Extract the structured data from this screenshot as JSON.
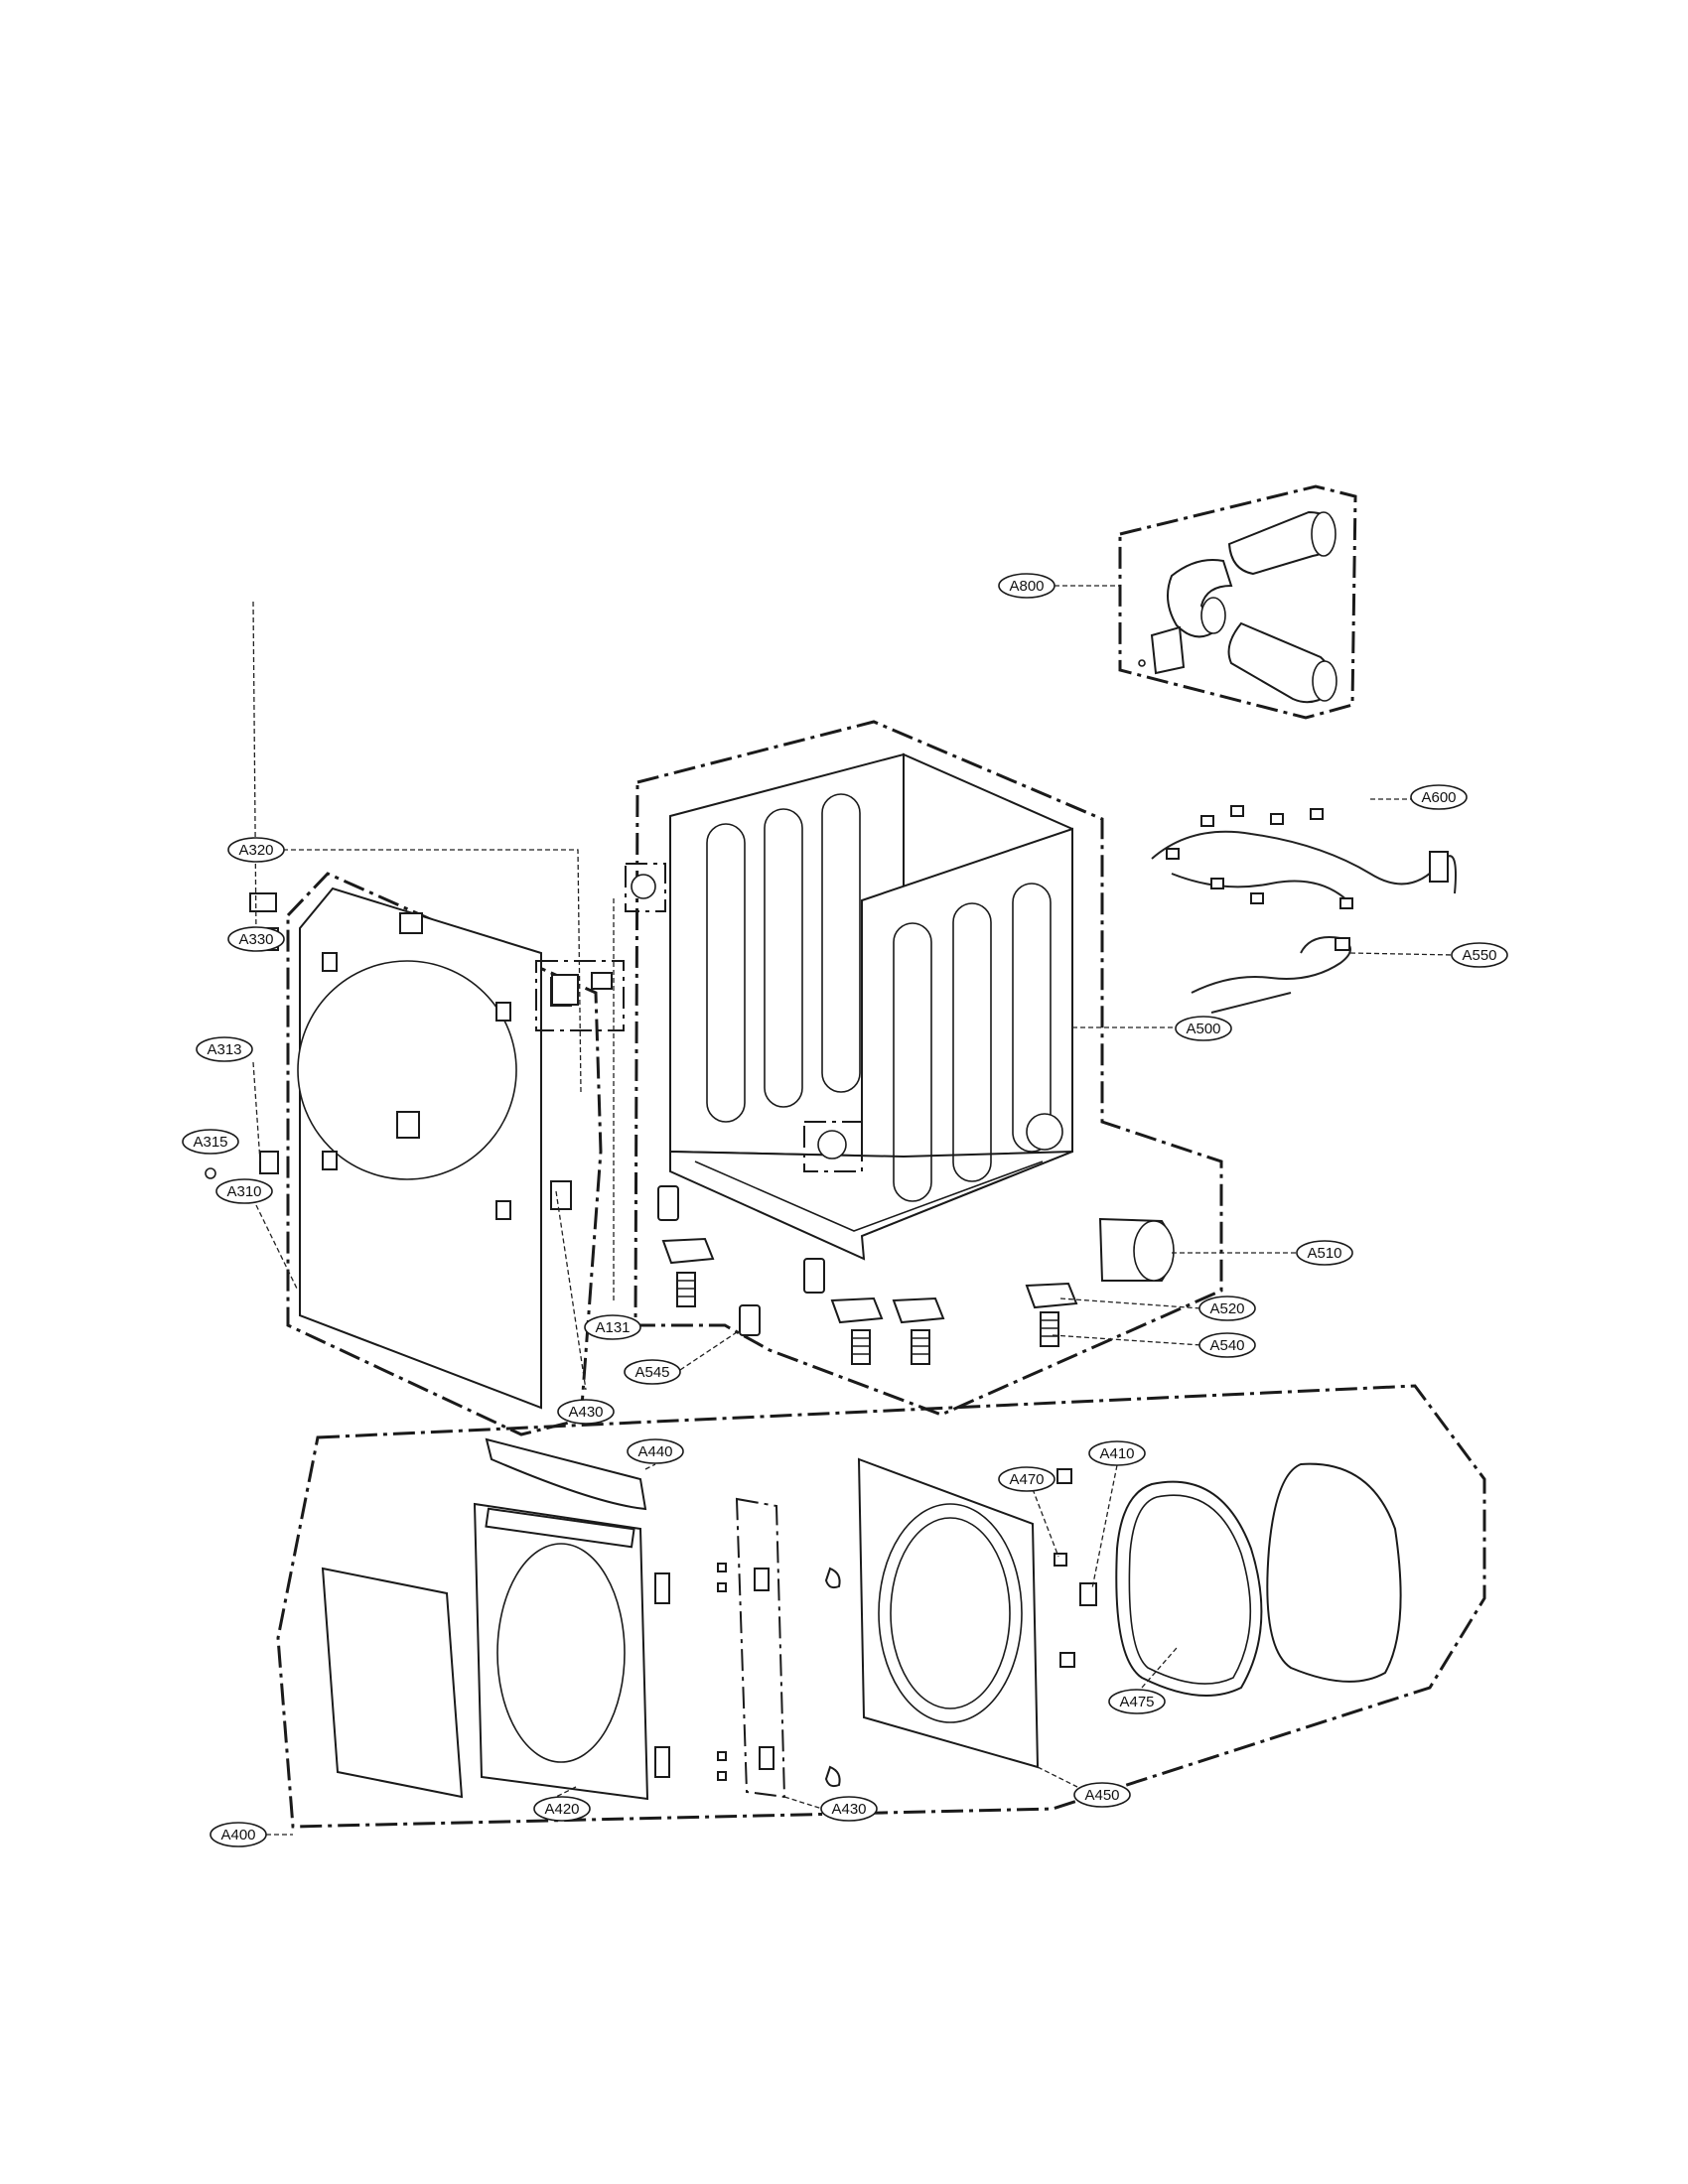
{
  "labels": {
    "A800": "A800",
    "A600": "A600",
    "A550": "A550",
    "A500": "A500",
    "A510": "A510",
    "A520": "A520",
    "A540": "A540",
    "A545": "A545",
    "A131": "A131",
    "A320": "A320",
    "A330": "A330",
    "A313": "A313",
    "A315": "A315",
    "A310": "A310",
    "A430_upper": "A430",
    "A440": "A440",
    "A470": "A470",
    "A410": "A410",
    "A475": "A475",
    "A450": "A450",
    "A430_lower": "A430",
    "A420": "A420",
    "A400": "A400"
  }
}
